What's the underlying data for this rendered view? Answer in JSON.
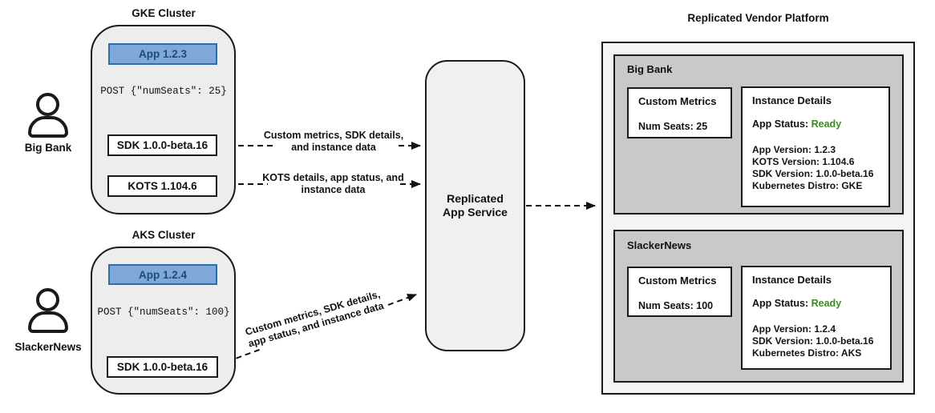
{
  "colors": {
    "app-fill": "#7FA8D9",
    "app-border": "#2E6DA8",
    "app-text": "#1B4B7C",
    "ready-green": "#3A8A1F",
    "cluster-fill": "#EDEDED",
    "service-fill": "#F0F0F0",
    "platform-fill": "#F4F4F4",
    "panel-fill": "#C9C9C9",
    "line-color": "#111111"
  },
  "users": [
    {
      "label": "Big Bank"
    },
    {
      "label": "SlackerNews"
    }
  ],
  "clusters": [
    {
      "title": "GKE Cluster",
      "app_label": "App 1.2.3",
      "post_request": "POST {\"numSeats\": 25}",
      "sdk_label": "SDK 1.0.0-beta.16",
      "kots_label": "KOTS 1.104.6"
    },
    {
      "title": "AKS Cluster",
      "app_label": "App 1.2.4",
      "post_request": "POST {\"numSeats\": 100}",
      "sdk_label": "SDK 1.0.0-beta.16"
    }
  ],
  "edges": [
    {
      "label": "Custom metrics, SDK details, and instance data"
    },
    {
      "label": "KOTS details, app status, and instance data"
    },
    {
      "label": "Custom metrics, SDK details, app status, and instance data"
    }
  ],
  "service": {
    "label": "Replicated App Service"
  },
  "platform": {
    "title": "Replicated Vendor Platform",
    "customers": [
      {
        "name": "Big Bank",
        "custom_metrics": {
          "title": "Custom Metrics",
          "value": "Num Seats: 25"
        },
        "instance_details": {
          "title": "Instance Details",
          "status_label": "App Status:",
          "status_value": "Ready",
          "lines": [
            "App Version: 1.2.3",
            "KOTS Version: 1.104.6",
            "SDK Version: 1.0.0-beta.16",
            "Kubernetes Distro: GKE"
          ]
        }
      },
      {
        "name": "SlackerNews",
        "custom_metrics": {
          "title": "Custom Metrics",
          "value": "Num Seats: 100"
        },
        "instance_details": {
          "title": "Instance Details",
          "status_label": "App Status:",
          "status_value": "Ready",
          "lines": [
            "App Version: 1.2.4",
            "SDK Version: 1.0.0-beta.16",
            "Kubernetes Distro: AKS"
          ]
        }
      }
    ]
  }
}
